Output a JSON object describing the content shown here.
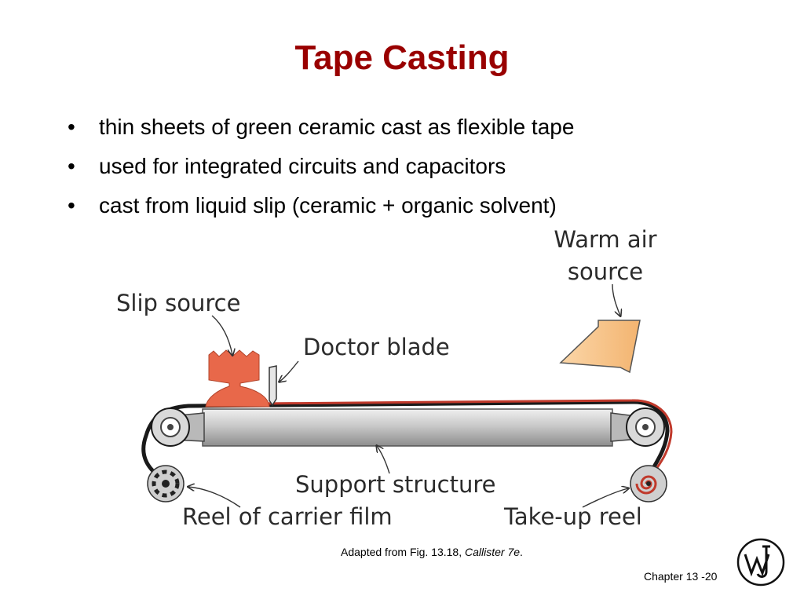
{
  "slide": {
    "title": "Tape Casting",
    "bullets": [
      "thin sheets of green ceramic cast as flexible tape",
      "used for integrated circuits and capacitors",
      "cast from liquid slip (ceramic + organic solvent)"
    ],
    "bullet_glyph": "•"
  },
  "figure": {
    "labels": {
      "warm_air_line1": "Warm air",
      "warm_air_line2": "source",
      "slip_source": "Slip source",
      "doctor_blade": "Doctor blade",
      "support_structure": "Support structure",
      "reel_carrier": "Reel of carrier film",
      "take_up_reel": "Take-up reel"
    },
    "colors": {
      "slip": "#e8684a",
      "air_source": "#f9c58a",
      "film": "#c0392b",
      "support": "#c8c8c8"
    }
  },
  "caption": {
    "prefix": "Adapted from Fig. 13.18, ",
    "source": "Callister 7e",
    "suffix": "."
  },
  "footer": {
    "chapter": "Chapter 13 -",
    "page": "20"
  },
  "logo": {
    "icon": "publisher-logo-icon"
  }
}
